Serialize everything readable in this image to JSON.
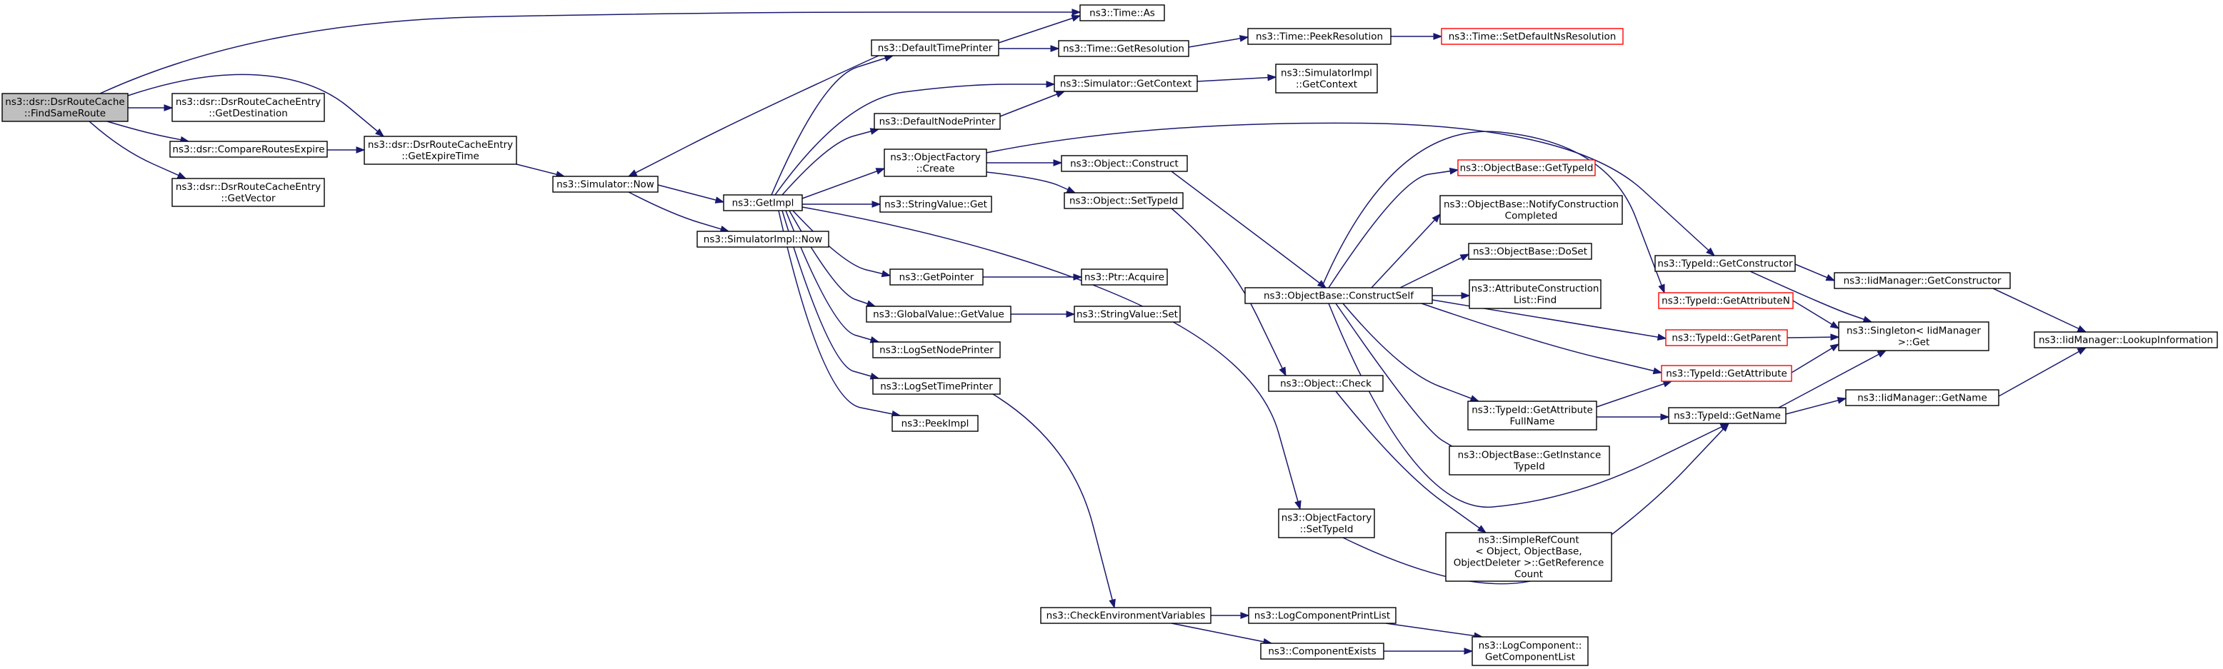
{
  "diagram": {
    "title": "",
    "colors": {
      "edge": "#191970",
      "node_border": "#000000",
      "node_fill": "#ffffff",
      "root_fill": "#bfbfbf",
      "undocumented_border": "#ff0000"
    },
    "nodes": [
      {
        "id": "FindSameRoute",
        "lines": [
          "ns3::dsr::DsrRouteCache",
          "::FindSameRoute"
        ],
        "root": true
      },
      {
        "id": "GetDestination",
        "lines": [
          "ns3::dsr::DsrRouteCacheEntry",
          "::GetDestination"
        ]
      },
      {
        "id": "CompareRoutesExpire",
        "lines": [
          "ns3::dsr::CompareRoutesExpire"
        ]
      },
      {
        "id": "GetVector",
        "lines": [
          "ns3::dsr::DsrRouteCacheEntry",
          "::GetVector"
        ]
      },
      {
        "id": "GetExpireTime",
        "lines": [
          "ns3::dsr::DsrRouteCacheEntry",
          "::GetExpireTime"
        ]
      },
      {
        "id": "SimulatorNow",
        "lines": [
          "ns3::Simulator::Now"
        ]
      },
      {
        "id": "GetImpl",
        "lines": [
          "ns3::GetImpl"
        ]
      },
      {
        "id": "SimulatorImplNow",
        "lines": [
          "ns3::SimulatorImpl::Now"
        ]
      },
      {
        "id": "DefaultTimePrinter",
        "lines": [
          "ns3::DefaultTimePrinter"
        ]
      },
      {
        "id": "TimeAs",
        "lines": [
          "ns3::Time::As"
        ]
      },
      {
        "id": "TimeGetResolution",
        "lines": [
          "ns3::Time::GetResolution"
        ]
      },
      {
        "id": "PeekResolution",
        "lines": [
          "ns3::Time::PeekResolution"
        ]
      },
      {
        "id": "SetDefaultNsResolution",
        "lines": [
          "ns3::Time::SetDefaultNsResolution"
        ],
        "undocumented": true
      },
      {
        "id": "SimulatorGetContext",
        "lines": [
          "ns3::Simulator::GetContext"
        ]
      },
      {
        "id": "SimulatorImplGetContext",
        "lines": [
          "ns3::SimulatorImpl",
          "::GetContext"
        ]
      },
      {
        "id": "DefaultNodePrinter",
        "lines": [
          "ns3::DefaultNodePrinter"
        ]
      },
      {
        "id": "ObjectFactoryCreate",
        "lines": [
          "ns3::ObjectFactory",
          "::Create"
        ]
      },
      {
        "id": "ObjectConstruct",
        "lines": [
          "ns3::Object::Construct"
        ]
      },
      {
        "id": "ObjectSetTypeId",
        "lines": [
          "ns3::Object::SetTypeId"
        ]
      },
      {
        "id": "StringValueGet",
        "lines": [
          "ns3::StringValue::Get"
        ]
      },
      {
        "id": "GetPointer",
        "lines": [
          "ns3::GetPointer"
        ]
      },
      {
        "id": "PtrAcquire",
        "lines": [
          "ns3::Ptr::Acquire"
        ]
      },
      {
        "id": "GlobalValueGetValue",
        "lines": [
          "ns3::GlobalValue::GetValue"
        ]
      },
      {
        "id": "StringValueSet",
        "lines": [
          "ns3::StringValue::Set"
        ]
      },
      {
        "id": "LogSetNodePrinter",
        "lines": [
          "ns3::LogSetNodePrinter"
        ]
      },
      {
        "id": "LogSetTimePrinter",
        "lines": [
          "ns3::LogSetTimePrinter"
        ]
      },
      {
        "id": "PeekImpl",
        "lines": [
          "ns3::PeekImpl"
        ]
      },
      {
        "id": "CheckEnvironmentVariables",
        "lines": [
          "ns3::CheckEnvironmentVariables"
        ]
      },
      {
        "id": "LogComponentPrintList",
        "lines": [
          "ns3::LogComponentPrintList"
        ]
      },
      {
        "id": "ComponentExists",
        "lines": [
          "ns3::ComponentExists"
        ]
      },
      {
        "id": "GetComponentList",
        "lines": [
          "ns3::LogComponent::",
          "GetComponentList"
        ]
      },
      {
        "id": "ConstructSelf",
        "lines": [
          "ns3::ObjectBase::ConstructSelf"
        ]
      },
      {
        "id": "ObjectCheck",
        "lines": [
          "ns3::Object::Check"
        ]
      },
      {
        "id": "ObjectFactorySetTypeId",
        "lines": [
          "ns3::ObjectFactory",
          "::SetTypeId"
        ]
      },
      {
        "id": "ObjectBaseGetTypeId",
        "lines": [
          "ns3::ObjectBase::GetTypeId"
        ],
        "undocumented": true
      },
      {
        "id": "NotifyConstructionCompleted",
        "lines": [
          "ns3::ObjectBase::NotifyConstruction",
          "Completed"
        ]
      },
      {
        "id": "ObjectBaseDoSet",
        "lines": [
          "ns3::ObjectBase::DoSet"
        ]
      },
      {
        "id": "AttributeConstructionListFind",
        "lines": [
          "ns3::AttributeConstruction",
          "List::Find"
        ]
      },
      {
        "id": "TypeIdGetAttributeFullName",
        "lines": [
          "ns3::TypeId::GetAttribute",
          "FullName"
        ]
      },
      {
        "id": "GetInstanceTypeId",
        "lines": [
          "ns3::ObjectBase::GetInstance",
          "TypeId"
        ]
      },
      {
        "id": "SimpleRefCountGetReferenceCount",
        "lines": [
          "ns3::SimpleRefCount",
          "< Object, ObjectBase,",
          "ObjectDeleter >::GetReference",
          "Count"
        ]
      },
      {
        "id": "TypeIdGetConstructor",
        "lines": [
          "ns3::TypeId::GetConstructor"
        ]
      },
      {
        "id": "TypeIdGetAttributeN",
        "lines": [
          "ns3::TypeId::GetAttributeN"
        ],
        "undocumented": true
      },
      {
        "id": "TypeIdGetParent",
        "lines": [
          "ns3::TypeId::GetParent"
        ],
        "undocumented": true
      },
      {
        "id": "TypeIdGetAttribute",
        "lines": [
          "ns3::TypeId::GetAttribute"
        ],
        "undocumented": true
      },
      {
        "id": "TypeIdGetName",
        "lines": [
          "ns3::TypeId::GetName"
        ]
      },
      {
        "id": "IidManagerGetConstructor",
        "lines": [
          "ns3::IidManager::GetConstructor"
        ]
      },
      {
        "id": "SingletonGet",
        "lines": [
          "ns3::Singleton< IidManager",
          ">::Get"
        ]
      },
      {
        "id": "IidManagerGetName",
        "lines": [
          "ns3::IidManager::GetName"
        ]
      },
      {
        "id": "IidManagerLookupInformation",
        "lines": [
          "ns3::IidManager::LookupInformation"
        ]
      }
    ],
    "edges": [
      [
        "FindSameRoute",
        "GetDestination"
      ],
      [
        "FindSameRoute",
        "CompareRoutesExpire"
      ],
      [
        "FindSameRoute",
        "GetVector"
      ],
      [
        "FindSameRoute",
        "GetExpireTime"
      ],
      [
        "FindSameRoute",
        "TimeAs"
      ],
      [
        "CompareRoutesExpire",
        "GetExpireTime"
      ],
      [
        "GetExpireTime",
        "SimulatorNow"
      ],
      [
        "SimulatorNow",
        "GetImpl"
      ],
      [
        "SimulatorNow",
        "SimulatorImplNow"
      ],
      [
        "DefaultTimePrinter",
        "TimeAs"
      ],
      [
        "DefaultTimePrinter",
        "TimeGetResolution"
      ],
      [
        "DefaultTimePrinter",
        "SimulatorNow"
      ],
      [
        "TimeGetResolution",
        "PeekResolution"
      ],
      [
        "PeekResolution",
        "SetDefaultNsResolution"
      ],
      [
        "GetImpl",
        "DefaultTimePrinter"
      ],
      [
        "GetImpl",
        "SimulatorGetContext"
      ],
      [
        "GetImpl",
        "DefaultNodePrinter"
      ],
      [
        "GetImpl",
        "ObjectFactoryCreate"
      ],
      [
        "GetImpl",
        "StringValueGet"
      ],
      [
        "GetImpl",
        "GetPointer"
      ],
      [
        "GetImpl",
        "GlobalValueGetValue"
      ],
      [
        "GetImpl",
        "LogSetNodePrinter"
      ],
      [
        "GetImpl",
        "LogSetTimePrinter"
      ],
      [
        "GetImpl",
        "PeekImpl"
      ],
      [
        "GetImpl",
        "ObjectFactorySetTypeId"
      ],
      [
        "DefaultNodePrinter",
        "SimulatorGetContext"
      ],
      [
        "SimulatorGetContext",
        "SimulatorImplGetContext"
      ],
      [
        "ObjectFactoryCreate",
        "ObjectConstruct"
      ],
      [
        "ObjectFactoryCreate",
        "ObjectSetTypeId"
      ],
      [
        "ObjectFactoryCreate",
        "TypeIdGetConstructor"
      ],
      [
        "ObjectConstruct",
        "ConstructSelf"
      ],
      [
        "ObjectSetTypeId",
        "ObjectCheck"
      ],
      [
        "GetPointer",
        "PtrAcquire"
      ],
      [
        "GlobalValueGetValue",
        "StringValueSet"
      ],
      [
        "LogSetTimePrinter",
        "CheckEnvironmentVariables"
      ],
      [
        "CheckEnvironmentVariables",
        "LogComponentPrintList"
      ],
      [
        "CheckEnvironmentVariables",
        "ComponentExists"
      ],
      [
        "LogComponentPrintList",
        "GetComponentList"
      ],
      [
        "ComponentExists",
        "GetComponentList"
      ],
      [
        "ConstructSelf",
        "ObjectBaseGetTypeId"
      ],
      [
        "ConstructSelf",
        "NotifyConstructionCompleted"
      ],
      [
        "ConstructSelf",
        "ObjectBaseDoSet"
      ],
      [
        "ConstructSelf",
        "AttributeConstructionListFind"
      ],
      [
        "ConstructSelf",
        "TypeIdGetAttributeN"
      ],
      [
        "ConstructSelf",
        "TypeIdGetParent"
      ],
      [
        "ConstructSelf",
        "TypeIdGetAttribute"
      ],
      [
        "ConstructSelf",
        "TypeIdGetAttributeFullName"
      ],
      [
        "ConstructSelf",
        "GetInstanceTypeId"
      ],
      [
        "ConstructSelf",
        "TypeIdGetName"
      ],
      [
        "ObjectCheck",
        "SimpleRefCountGetReferenceCount"
      ],
      [
        "ObjectFactorySetTypeId",
        "TypeIdGetName"
      ],
      [
        "TypeIdGetAttributeFullName",
        "TypeIdGetAttribute"
      ],
      [
        "TypeIdGetAttributeFullName",
        "TypeIdGetName"
      ],
      [
        "TypeIdGetConstructor",
        "IidManagerGetConstructor"
      ],
      [
        "TypeIdGetConstructor",
        "SingletonGet"
      ],
      [
        "TypeIdGetAttributeN",
        "SingletonGet"
      ],
      [
        "TypeIdGetParent",
        "SingletonGet"
      ],
      [
        "TypeIdGetAttribute",
        "SingletonGet"
      ],
      [
        "TypeIdGetName",
        "SingletonGet"
      ],
      [
        "TypeIdGetName",
        "IidManagerGetName"
      ],
      [
        "IidManagerGetConstructor",
        "IidManagerLookupInformation"
      ],
      [
        "IidManagerGetName",
        "IidManagerLookupInformation"
      ]
    ]
  }
}
